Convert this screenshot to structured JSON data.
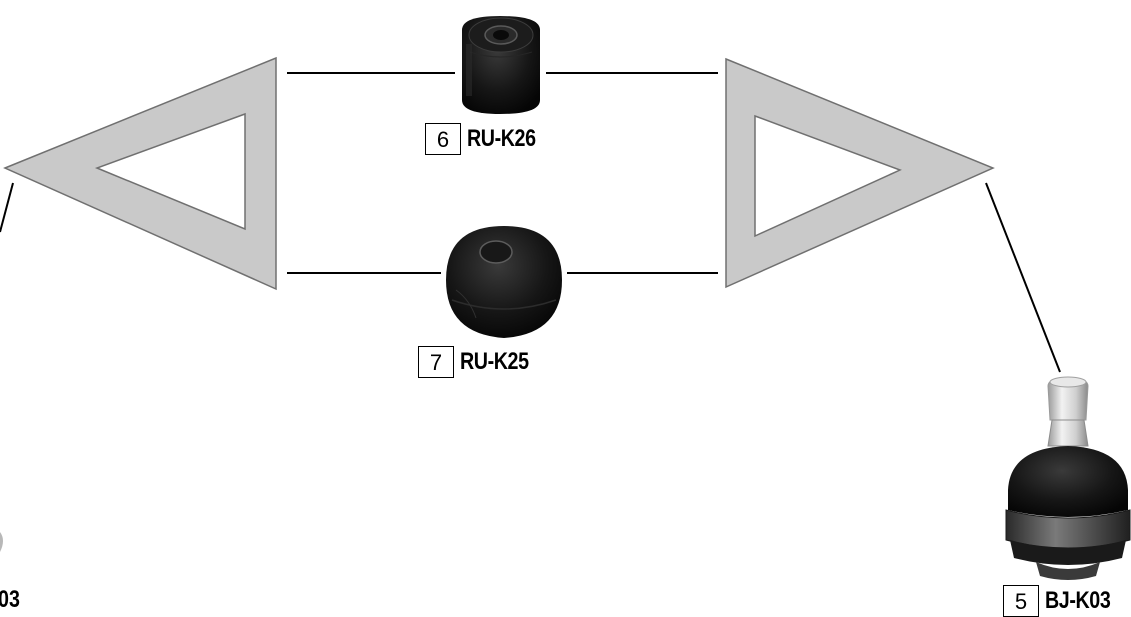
{
  "colors": {
    "arm_fill": "#c9c9c9",
    "arm_stroke": "#707070",
    "line": "#000000",
    "bushing": "#141414",
    "balljoint_stud": "#d4d4d4"
  },
  "parts": [
    {
      "number": "6",
      "code": "RU-K26",
      "icon": "cylindrical-bushing-icon"
    },
    {
      "number": "7",
      "code": "RU-K25",
      "icon": "round-bushing-icon"
    },
    {
      "number": "5",
      "code": "BJ-K03",
      "icon": "ball-joint-icon"
    }
  ],
  "left_cut_label": "03"
}
